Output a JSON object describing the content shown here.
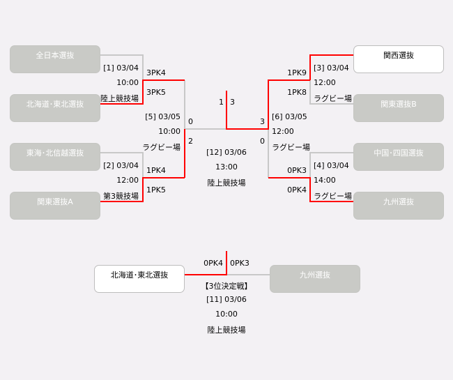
{
  "teams": {
    "l1": "全日本選抜",
    "l2": "北海道･東北選抜",
    "l3": "東海･北信越選抜",
    "l4": "関東選抜A",
    "r1": "関西選抜",
    "r2": "関東選抜B",
    "r3": "中国･四国選抜",
    "r4": "九州選抜",
    "third_left": "北海道･東北選抜",
    "third_right": "九州選抜"
  },
  "matches": {
    "m1": {
      "no_date": "[1] 03/04",
      "time": "10:00",
      "venue": "陸上競技場",
      "score_top": "3PK4",
      "score_bottom": "3PK5"
    },
    "m2": {
      "no_date": "[2] 03/04",
      "time": "12:00",
      "venue": "第3競技場",
      "score_top": "1PK4",
      "score_bottom": "1PK5"
    },
    "m3": {
      "no_date": "[3] 03/04",
      "time": "12:00",
      "venue": "ラグビー場",
      "score_top": "1PK9",
      "score_bottom": "1PK8"
    },
    "m4": {
      "no_date": "[4] 03/04",
      "time": "14:00",
      "venue": "ラグビー場",
      "score_top": "0PK3",
      "score_bottom": "0PK4"
    },
    "m5": {
      "no_date": "[5] 03/05",
      "time": "10:00",
      "venue": "ラグビー場",
      "score_top": "0",
      "score_bottom": "2"
    },
    "m6": {
      "no_date": "[6] 03/05",
      "time": "12:00",
      "venue": "ラグビー場",
      "score_top": "3",
      "score_bottom": "0"
    },
    "final": {
      "no_date": "[12] 03/06",
      "time": "13:00",
      "venue": "陸上競技場",
      "score_left": "1",
      "score_right": "3"
    },
    "third": {
      "title": "【3位決定戦】",
      "no_date": "[11] 03/06",
      "time": "10:00",
      "venue": "陸上競技場",
      "score_left": "0PK4",
      "score_right": "0PK3"
    }
  },
  "colors": {
    "win_line": "#ff0000",
    "lose_line": "#c8c8c8",
    "lost_team": "#c9cac6"
  }
}
